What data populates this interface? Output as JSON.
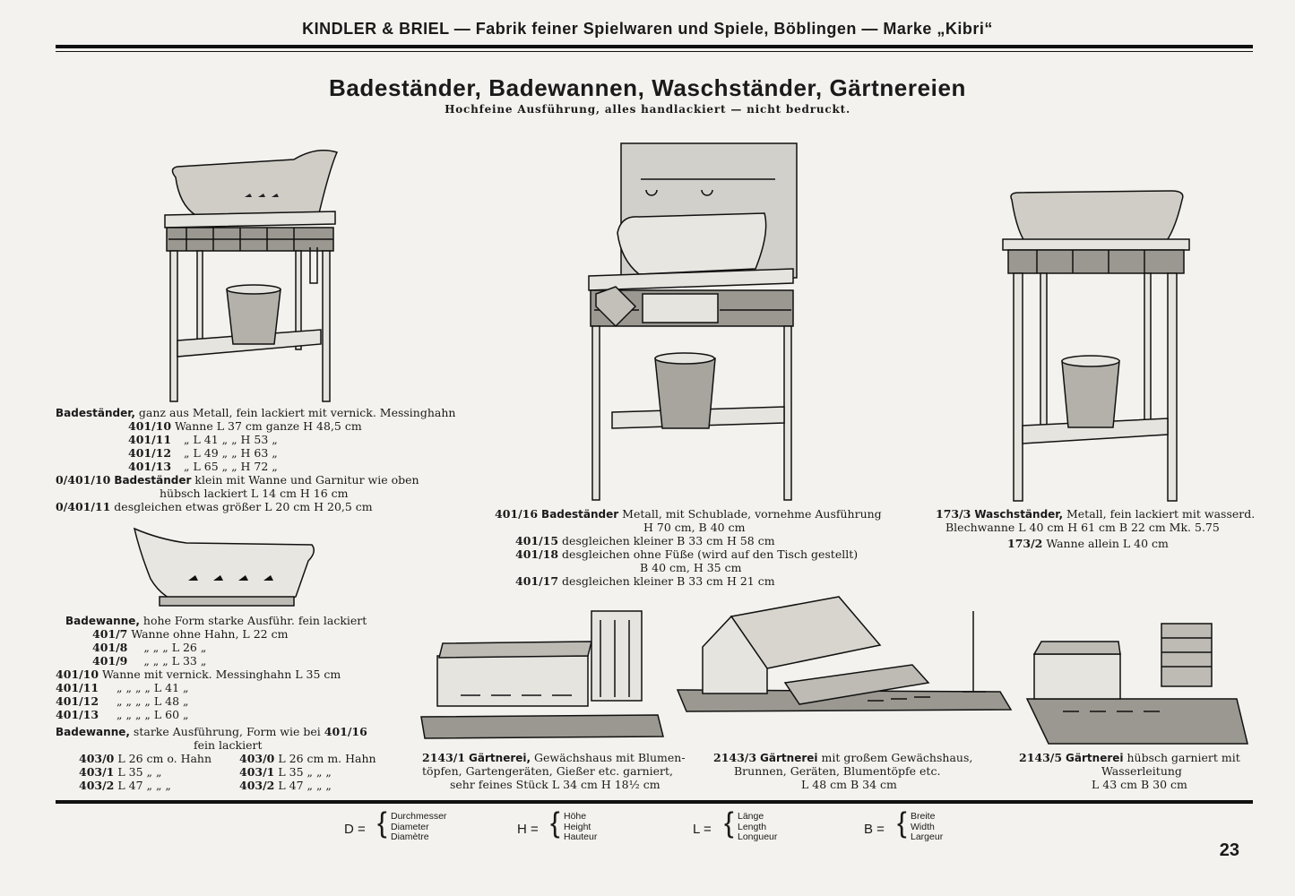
{
  "header": "KINDLER & BRIEL — Fabrik feiner Spielwaren und Spiele, Böblingen — Marke „Kibri“",
  "title": "Badeständer, Badewannen, Waschständer, Gärtnereien",
  "subtitle": "Hochfeine Ausführung, alles handlackiert — nicht bedruckt.",
  "block1": {
    "lead": "Badeständer,",
    "lead_rest": " ganz aus Metall, fein lackiert mit vernick. Messinghahn",
    "rows": [
      [
        "401/10",
        "Wanne L 37 cm  ganze H 48,5 cm"
      ],
      [
        "401/11",
        "„      L 41  „      „    H 53   „"
      ],
      [
        "401/12",
        "„      L 49  „      „    H 63   „"
      ],
      [
        "401/13",
        "„      L 65  „      „    H 72   „"
      ]
    ],
    "small_code": "0/401/10",
    "small_name": "Badeständer",
    "small_rest": " klein mit Wanne und Garnitur wie oben",
    "small_line2": "hübsch lackiert L 14 cm  H 16 cm",
    "small2_code": "0/401/11",
    "small2_rest": " desgleichen etwas größer L 20 cm  H 20,5 cm"
  },
  "block2": {
    "lead": "Badewanne,",
    "lead_rest": " hohe Form starke Ausführ. fein lackiert",
    "rows": [
      [
        "401/7",
        "Wanne ohne Hahn, L 22 cm"
      ],
      [
        "401/8",
        "„        „        „     L 26  „"
      ],
      [
        "401/9",
        "„        „        „     L 33  „"
      ],
      [
        "401/10",
        "Wanne mit vernick. Messinghahn L 35 cm"
      ],
      [
        "401/11",
        "„        „        „           „    L 41  „"
      ],
      [
        "401/12",
        "„        „        „           „    L 48  „"
      ],
      [
        "401/13",
        "„        „        „           „    L 60  „"
      ]
    ],
    "lead2": "Badewanne,",
    "lead2_rest": " starke Ausführung, Form wie bei ",
    "lead2_code": "401/16",
    "lead2_line2": "fein lackiert",
    "col_a": [
      [
        "403/0",
        "L 26 cm o. Hahn"
      ],
      [
        "403/1",
        "L 35  „  „"
      ],
      [
        "403/2",
        "L 47  „  „  „"
      ]
    ],
    "col_b": [
      [
        "403/0",
        "L 26 cm m. Hahn"
      ],
      [
        "403/1",
        "L 35  „  „  „"
      ],
      [
        "403/2",
        "L 47  „  „  „"
      ]
    ]
  },
  "block3": {
    "code": "401/16",
    "name": "Badeständer",
    "rest": " Metall, mit Schublade, vornehme Ausführung",
    "line2": "H 70 cm, B 40 cm",
    "rows": [
      [
        "401/15",
        "desgleichen kleiner B 33 cm  H 58 cm"
      ],
      [
        "401/18",
        "desgleichen ohne Füße (wird auf den Tisch gestellt)"
      ],
      [
        "",
        "B 40 cm, H 35 cm"
      ],
      [
        "401/17",
        "desgleichen kleiner B 33 cm  H 21 cm"
      ]
    ]
  },
  "block4": {
    "code": "173/3",
    "name": "Waschständer,",
    "rest": " Metall, fein lackiert mit wasserd.",
    "line2": "Blechwanne L 40 cm  H 61 cm  B 22 cm   Mk. 5.75",
    "code2": "173/2",
    "rest2": " Wanne allein L 40 cm"
  },
  "block5": {
    "code": "2143/1",
    "name": "Gärtnerei,",
    "rest": " Gewächshaus mit Blumen-",
    "line2": "töpfen, Gartengeräten, Gießer etc. garniert,",
    "line3": "sehr feines Stück L 34 cm H 18½ cm"
  },
  "block6": {
    "code": "2143/3",
    "name": "Gärtnerei",
    "rest": " mit großem Gewächshaus,",
    "line2": "Brunnen, Geräten, Blumentöpfe etc.",
    "line3": "L 48 cm  B 34 cm"
  },
  "block7": {
    "code": "2143/5",
    "name": "Gärtnerei",
    "rest": " hübsch garniert mit",
    "line2": "Wasserleitung",
    "line3": "L 43 cm  B 30 cm"
  },
  "legend": [
    {
      "key": "D =",
      "terms": [
        "Durchmesser",
        "Diameter",
        "Diamètre"
      ]
    },
    {
      "key": "H =",
      "terms": [
        "Höhe",
        "Height",
        "Hauteur"
      ]
    },
    {
      "key": "L =",
      "terms": [
        "Länge",
        "Length",
        "Longueur"
      ]
    },
    {
      "key": "B =",
      "terms": [
        "Breite",
        "Width",
        "Largeur"
      ]
    }
  ],
  "page_number": "23"
}
